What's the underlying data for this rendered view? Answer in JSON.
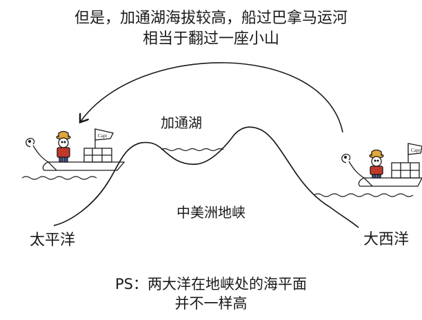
{
  "header": {
    "line1": "但是，加通湖海拔较高，船过巴拿马运河",
    "line2": "相当于翻过一座小山"
  },
  "labels": {
    "lake": "加通湖",
    "isthmus": "中美洲地峡",
    "pacific": "太平洋",
    "atlantic": "大西洋"
  },
  "footnote": {
    "line1": "PS：两大洋在地峡处的海平面",
    "line2": "并不一样高"
  },
  "flags": {
    "left_ship": "Capt",
    "right_ship": "Capt"
  },
  "icons": {
    "arrow": "curved-arrow-icon",
    "ship": "ship-icon",
    "sailor": "sailor-icon",
    "flag": "flag-icon"
  },
  "colors": {
    "ink": "#1a1a1a",
    "background": "#ffffff",
    "life_vest": "#c0392b",
    "hat": "#e0a73a",
    "trousers": "#3a4f8a"
  }
}
